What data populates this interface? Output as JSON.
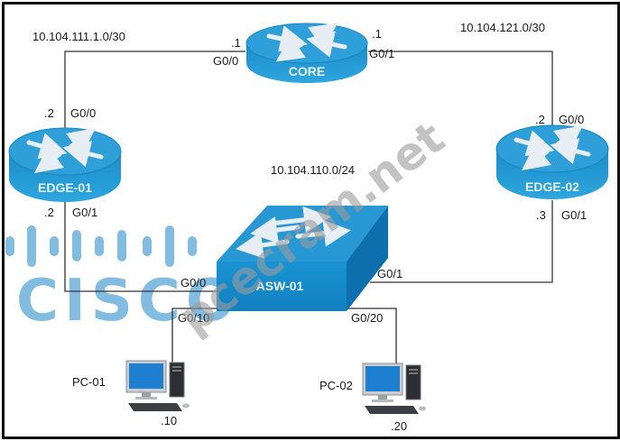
{
  "diagram": {
    "title": "Network topology",
    "colors": {
      "device_blue": "#1e8fcf",
      "device_blue_dark": "#0f6ea8",
      "device_top": "#2a9dd9",
      "link": "#333333",
      "watermark_blue": "#5aa6d8",
      "watermark_gray": "#9c9c9c"
    },
    "subnets": {
      "core_edge01": "10.104.111.1.0/30",
      "core_edge02": "10.104.121.0/30",
      "lan": "10.104.110.0/24"
    },
    "devices": {
      "core": {
        "name": "CORE",
        "type": "router"
      },
      "edge01": {
        "name": "EDGE-01",
        "type": "router"
      },
      "edge02": {
        "name": "EDGE-02",
        "type": "router"
      },
      "asw01": {
        "name": "ASW-01",
        "type": "switch"
      },
      "pc01": {
        "name": "PC-01",
        "type": "pc"
      },
      "pc02": {
        "name": "PC-02",
        "type": "pc"
      }
    },
    "interfaces": {
      "core_g00": {
        "port": "G0/0",
        "ip": ".1"
      },
      "core_g01": {
        "port": "G0/1",
        "ip": ".1"
      },
      "edge01_g00": {
        "port": "G0/0",
        "ip": ".2"
      },
      "edge01_g01": {
        "port": "G0/1",
        "ip": ".2"
      },
      "edge02_g00": {
        "port": "G0/0",
        "ip": ".2"
      },
      "edge02_g01": {
        "port": "G0/1",
        "ip": ".3"
      },
      "asw01_g00": {
        "port": "G0/0"
      },
      "asw01_g01": {
        "port": "G0/1"
      },
      "asw01_g010": {
        "port": "G0/10"
      },
      "asw01_g020": {
        "port": "G0/20"
      },
      "pc01_ip": ".10",
      "pc02_ip": ".20"
    },
    "watermarks": {
      "logo_text": "CISCO",
      "site_text": "pcecram.net"
    }
  }
}
